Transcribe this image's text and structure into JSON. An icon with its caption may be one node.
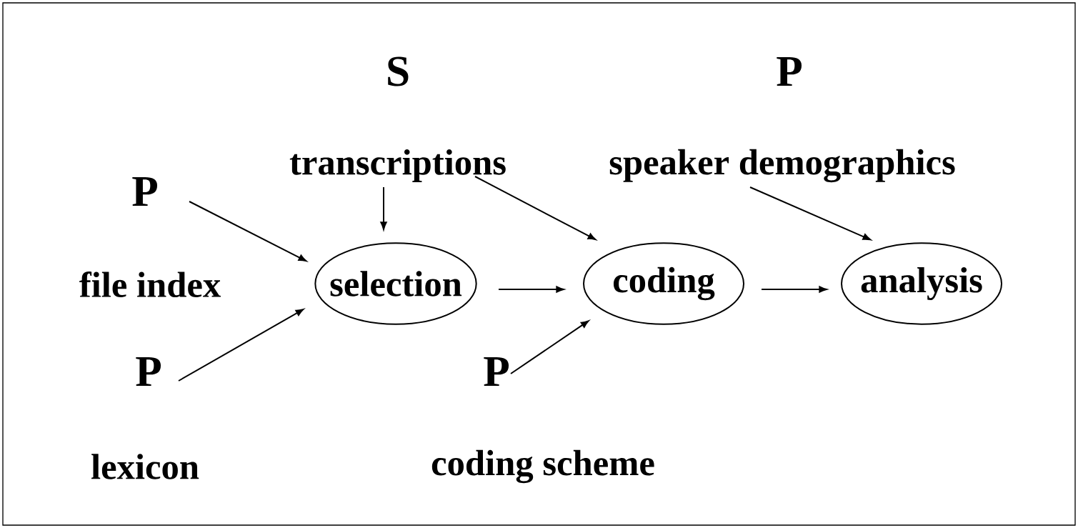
{
  "diagram": {
    "nodes": [
      {
        "text": [
          "P",
          "file index"
        ]
      },
      {
        "text": [
          "P",
          "lexicon"
        ]
      },
      {
        "text": [
          "S",
          "transcriptions"
        ]
      },
      {
        "text": [
          "P",
          "speaker demographics"
        ]
      },
      {
        "text": [
          "P",
          "coding scheme"
        ]
      },
      {
        "text": [
          "selection"
        ]
      },
      {
        "text": [
          "coding"
        ]
      },
      {
        "text": [
          "analysis"
        ]
      }
    ],
    "edges": [
      {
        "from": 0,
        "to": 5,
        "arrow": "to"
      },
      {
        "from": 1,
        "to": 5,
        "arrow": "to"
      },
      {
        "from": 2,
        "to": 5,
        "arrow": "to"
      },
      {
        "from": 2,
        "to": 6,
        "arrow": "to"
      },
      {
        "from": 4,
        "to": 6,
        "arrow": "to"
      },
      {
        "from": 3,
        "to": 7,
        "arrow": "to"
      },
      {
        "from": 5,
        "to": 6,
        "arrow": "to"
      },
      {
        "from": 6,
        "to": 7,
        "arrow": "to"
      }
    ]
  }
}
